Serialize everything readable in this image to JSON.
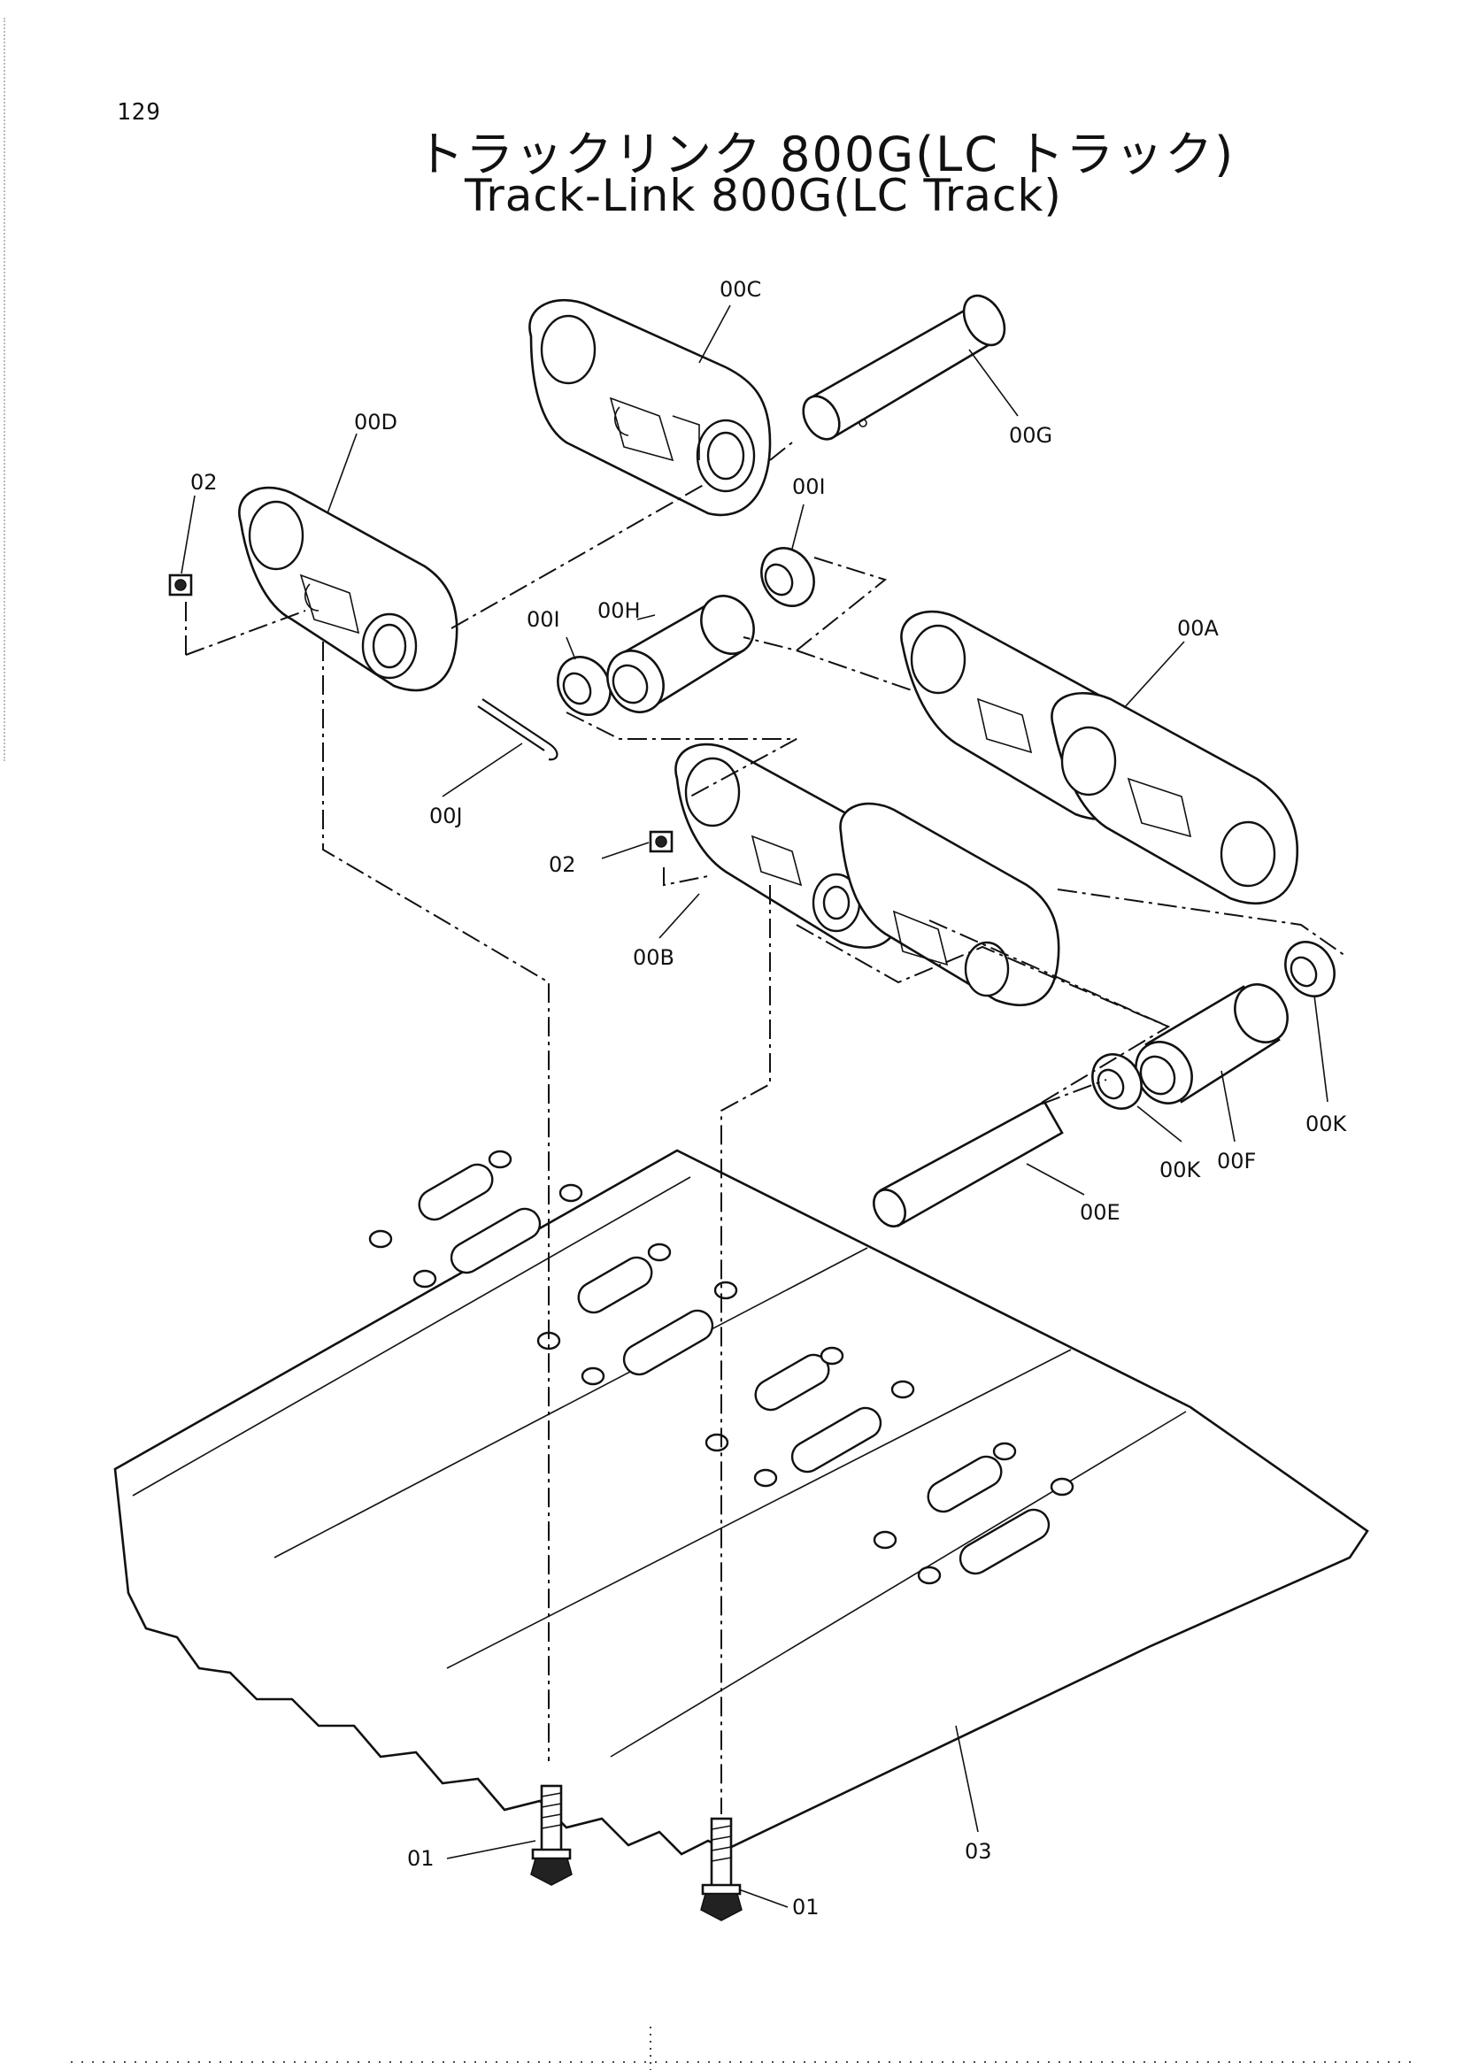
{
  "page": {
    "number": "129"
  },
  "title": {
    "japanese": "トラックリンク 800G(LC トラック)",
    "english": "Track-Link 800G(LC Track)"
  },
  "callouts": [
    {
      "id": "c-00C",
      "label": "00C"
    },
    {
      "id": "c-00G",
      "label": "00G"
    },
    {
      "id": "c-00D",
      "label": "00D"
    },
    {
      "id": "c-02a",
      "label": "02"
    },
    {
      "id": "c-00I-top",
      "label": "00I"
    },
    {
      "id": "c-00H",
      "label": "00H"
    },
    {
      "id": "c-00I-left",
      "label": "00I"
    },
    {
      "id": "c-00A",
      "label": "00A"
    },
    {
      "id": "c-00J",
      "label": "00J"
    },
    {
      "id": "c-02b",
      "label": "02"
    },
    {
      "id": "c-00B",
      "label": "00B"
    },
    {
      "id": "c-00K-right",
      "label": "00K"
    },
    {
      "id": "c-00F",
      "label": "00F"
    },
    {
      "id": "c-00K-left",
      "label": "00K"
    },
    {
      "id": "c-00E",
      "label": "00E"
    },
    {
      "id": "c-03",
      "label": "03"
    },
    {
      "id": "c-01a",
      "label": "01"
    },
    {
      "id": "c-01b",
      "label": "01"
    }
  ]
}
